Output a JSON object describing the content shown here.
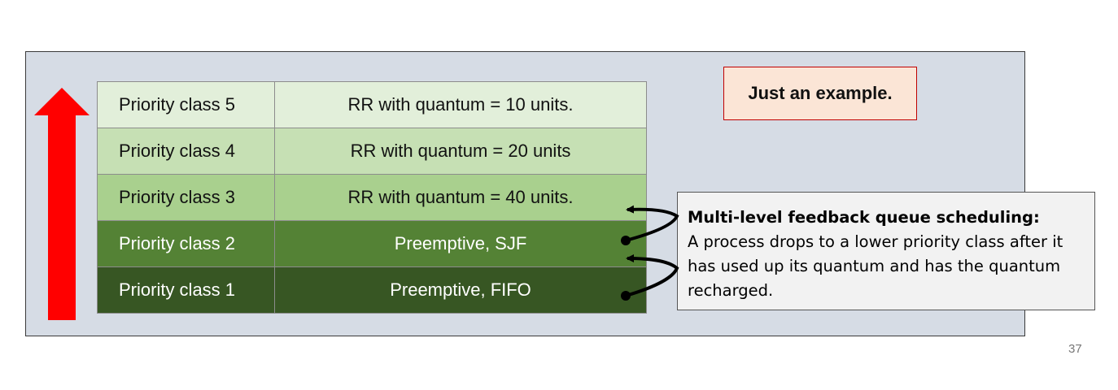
{
  "priority_classes": [
    {
      "class": "Priority class 5",
      "policy": "RR with quantum = 10 units."
    },
    {
      "class": "Priority class 4",
      "policy": "RR with quantum = 20 units"
    },
    {
      "class": "Priority class 3",
      "policy": "RR with quantum = 40 units."
    },
    {
      "class": "Priority class 2",
      "policy": "Preemptive, SJF"
    },
    {
      "class": "Priority class 1",
      "policy": "Preemptive, FIFO"
    }
  ],
  "example_note": "Just an example.",
  "feedback_note": {
    "title": "Multi-level feedback queue scheduling:",
    "body": "A process drops to a lower priority class after it has used up its quantum and has the quantum recharged."
  },
  "page_number": "37",
  "colors": {
    "arrow": "#ff0000",
    "class5": "#e2efda",
    "class4": "#c6e0b4",
    "class3": "#a9d08e",
    "class2": "#548235",
    "class1": "#375623"
  }
}
